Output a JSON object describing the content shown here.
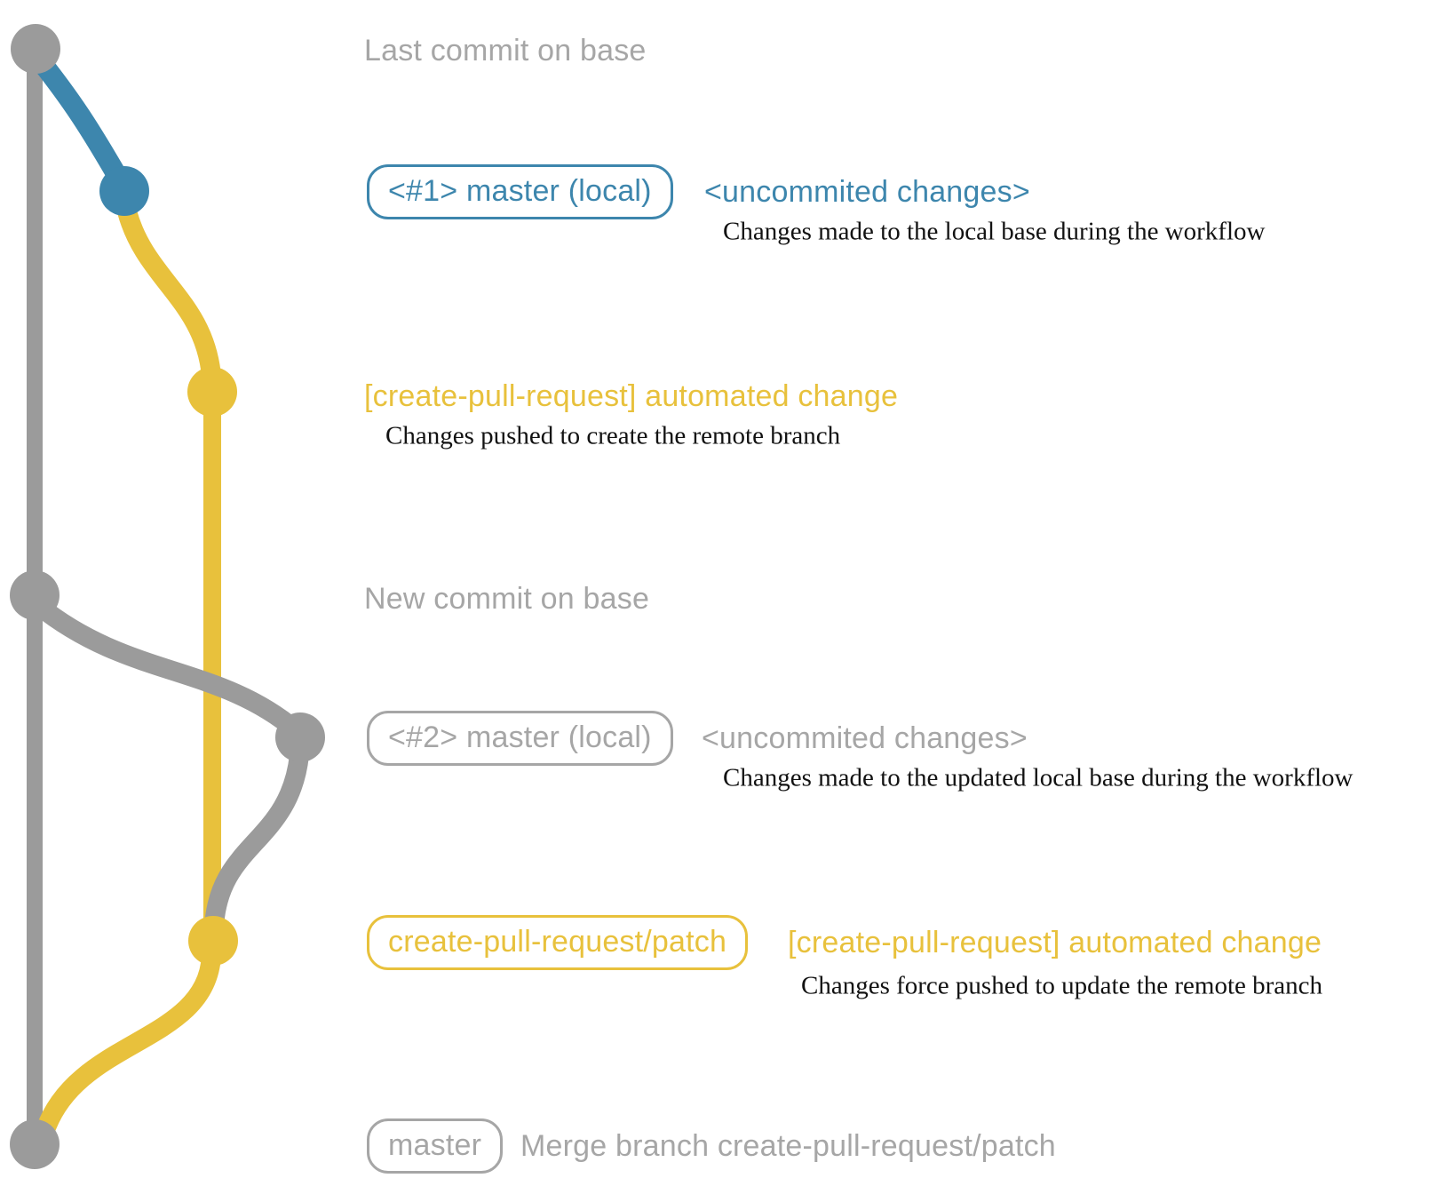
{
  "colors": {
    "gray": "#9b9b9b",
    "gray-text": "#a6a6a6",
    "blue": "#3d86ad",
    "yellow": "#e8c13c",
    "note": "#121212",
    "background": "#ffffff"
  },
  "labels": {
    "last_commit_on_base": "Last commit on base",
    "badge_master_local_1": "<#1> master (local)",
    "uncommitted_changes_1": "<uncommited changes>",
    "note_local_base": "Changes made to the local base during the workflow",
    "automated_change_1": "[create-pull-request] automated change",
    "note_pushed_create": "Changes pushed to create the remote branch",
    "new_commit_on_base": "New commit on base",
    "badge_master_local_2": "<#2> master (local)",
    "uncommitted_changes_2": "<uncommited changes>",
    "note_updated_local_base": "Changes made to the updated local base during the workflow",
    "badge_patch_branch": "create-pull-request/patch",
    "automated_change_2": "[create-pull-request] automated change",
    "note_force_pushed": "Changes force pushed to update the remote branch",
    "badge_master": "master",
    "merge_message": "Merge branch create-pull-request/patch"
  },
  "graph": {
    "branches": [
      "base (master remote)",
      "master (local)",
      "create-pull-request/patch"
    ],
    "commit_nodes": [
      "last-commit-on-base",
      "local-uncommitted-changes-1",
      "patch-commit-1",
      "new-commit-on-base",
      "local-uncommitted-changes-2",
      "patch-commit-2-force-pushed",
      "merge-commit"
    ]
  }
}
